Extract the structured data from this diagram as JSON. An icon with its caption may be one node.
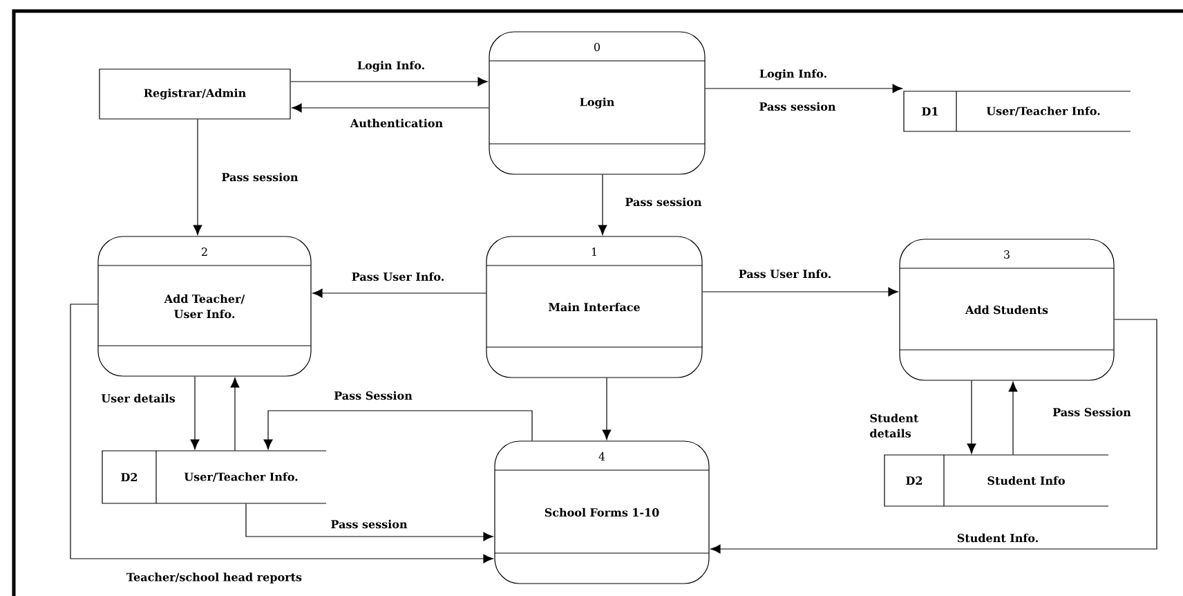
{
  "diagram": {
    "nodes": [
      {
        "text": [
          "Registrar/Admin"
        ]
      },
      {
        "text": [
          "0",
          "Login"
        ]
      },
      {
        "text": [
          "D1",
          "User/Teacher Info."
        ]
      },
      {
        "text": [
          "2",
          "Add Teacher/ User Info."
        ]
      },
      {
        "text": [
          "1",
          "Main Interface"
        ]
      },
      {
        "text": [
          "3",
          "Add Students"
        ]
      },
      {
        "text": [
          "D2",
          "User/Teacher Info."
        ]
      },
      {
        "text": [
          "4",
          "School Forms 1-10"
        ]
      },
      {
        "text": [
          "D2",
          "Student Info"
        ]
      }
    ],
    "edges": [
      {
        "from": 0,
        "to": 1,
        "arrow": "to",
        "label": "Login Info."
      },
      {
        "from": 1,
        "to": 0,
        "arrow": "to",
        "label": "Authentication"
      },
      {
        "from": 1,
        "to": 2,
        "arrow": "to",
        "label": "Login Info."
      },
      {
        "from": 0,
        "to": 3,
        "arrow": "to",
        "label": "Pass session"
      },
      {
        "from": 1,
        "to": 4,
        "arrow": "to",
        "label": "Pass session"
      },
      {
        "from": 4,
        "to": 3,
        "arrow": "to",
        "label": "Pass User Info."
      },
      {
        "from": 4,
        "to": 5,
        "arrow": "to",
        "label": "Pass User Info."
      },
      {
        "from": 3,
        "to": 6,
        "arrow": "to",
        "label": "User details"
      },
      {
        "from": 6,
        "to": 3,
        "arrow": "to"
      },
      {
        "from": 7,
        "to": 6,
        "arrow": "to",
        "label": "Pass Session"
      },
      {
        "from": 4,
        "to": 7,
        "arrow": "to"
      },
      {
        "from": 6,
        "to": 7,
        "arrow": "to",
        "label": "Pass session"
      },
      {
        "from": 3,
        "to": 7,
        "arrow": "to",
        "label": "Teacher/school head reports"
      },
      {
        "from": 5,
        "to": 8,
        "arrow": "to",
        "label": "Student details"
      },
      {
        "from": 8,
        "to": 5,
        "arrow": "to",
        "label": "Pass Session"
      },
      {
        "from": 5,
        "to": 7,
        "arrow": "to",
        "label": "Student Info."
      }
    ],
    "labels": [
      "Pass session"
    ]
  }
}
